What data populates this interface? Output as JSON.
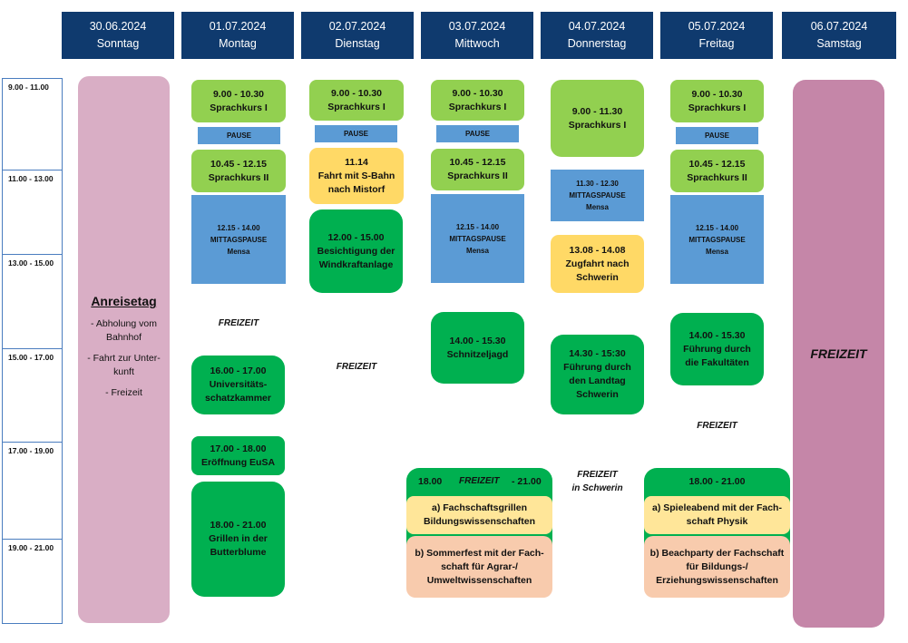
{
  "days": [
    {
      "date": "30.06.2024",
      "weekday": "Sonntag"
    },
    {
      "date": "01.07.2024",
      "weekday": "Montag"
    },
    {
      "date": "02.07.2024",
      "weekday": "Dienstag"
    },
    {
      "date": "03.07.2024",
      "weekday": "Mittwoch"
    },
    {
      "date": "04.07.2024",
      "weekday": "Donnerstag"
    },
    {
      "date": "05.07.2024",
      "weekday": "Freitag"
    },
    {
      "date": "06.07.2024",
      "weekday": "Samstag"
    }
  ],
  "time_slots": [
    "9.00 - 11.00",
    "11.00 - 13.00",
    "13.00 - 15.00",
    "15.00 - 17.00",
    "17.00 - 19.00",
    "19.00 - 21.00"
  ],
  "sunday": {
    "title": "Anreisetag",
    "items": [
      "- Abholung vom Bahnhof",
      "- Fahrt zur Unter-kunft",
      "- Freizeit"
    ]
  },
  "monday": {
    "b1": {
      "time": "9.00 - 10.30",
      "label": "Sprachkurs I"
    },
    "pause": "PAUSE",
    "b2": {
      "time": "10.45 - 12.15",
      "label": "Sprachkurs II"
    },
    "lunch": {
      "time": "12.15 - 14.00",
      "label": "MITTAGSPAUSE",
      "place": "Mensa"
    },
    "free": "FREIZEIT",
    "b3": {
      "time": "16.00 - 17.00",
      "label1": "Universitäts-",
      "label2": "schatzkammer"
    },
    "b4": {
      "time": "17.00 - 18.00",
      "label": "Eröffnung EuSA"
    },
    "b5": {
      "time": "18.00 - 21.00",
      "label1": "Grillen in der",
      "label2": "Butterblume"
    }
  },
  "tuesday": {
    "b1": {
      "time": "9.00 - 10.30",
      "label": "Sprachkurs I"
    },
    "pause": "PAUSE",
    "b2": {
      "time": "11.14",
      "label1": "Fahrt mit S-Bahn",
      "label2": "nach Mistorf"
    },
    "b3": {
      "time": "12.00 - 15.00",
      "label1": "Besichtigung der",
      "label2": "Windkraftanlage"
    },
    "free": "FREIZEIT"
  },
  "wednesday": {
    "b1": {
      "time": "9.00 - 10.30",
      "label": "Sprachkurs I"
    },
    "pause": "PAUSE",
    "b2": {
      "time": "10.45 - 12.15",
      "label": "Sprachkurs II"
    },
    "lunch": {
      "time": "12.15 - 14.00",
      "label": "MITTAGSPAUSE",
      "place": "Mensa"
    },
    "b3": {
      "time": "14.00 - 15.30",
      "label": "Schnitzeljagd"
    },
    "evening": {
      "start": "18.00",
      "free": "FREIZEIT",
      "end": "- 21.00"
    },
    "opt_a": {
      "line1": "a) Fachschaftsgrillen",
      "line2": "Bildungswissenschaften"
    },
    "opt_b": {
      "line1": "b) Sommerfest mit der Fach-",
      "line2": "schaft für Agrar-/",
      "line3": "Umweltwissenschaften"
    }
  },
  "thursday": {
    "b1": {
      "time": "9.00 - 11.30",
      "label": "Sprachkurs I"
    },
    "lunch": {
      "time": "11.30 - 12.30",
      "label": "MITTAGSPAUSE",
      "place": "Mensa"
    },
    "b2": {
      "time": "13.08 - 14.08",
      "label1": "Zugfahrt nach",
      "label2": "Schwerin"
    },
    "b3": {
      "time": "14.30 - 15:30",
      "label1": "Führung durch",
      "label2": "den Landtag",
      "label3": "Schwerin"
    },
    "free1": "FREIZEIT",
    "free2": "in Schwerin"
  },
  "friday": {
    "b1": {
      "time": "9.00 - 10.30",
      "label": "Sprachkurs I"
    },
    "pause": "PAUSE",
    "b2": {
      "time": "10.45 - 12.15",
      "label": "Sprachkurs II"
    },
    "lunch": {
      "time": "12.15 - 14.00",
      "label": "MITTAGSPAUSE",
      "place": "Mensa"
    },
    "b3": {
      "time": "14.00 - 15.30",
      "label1": "Führung durch",
      "label2": "die Fakultäten"
    },
    "free": "FREIZEIT",
    "evening": {
      "time": "18.00 - 21.00"
    },
    "opt_a": {
      "line1": "a) Spieleabend mit der Fach-",
      "line2": "schaft Physik"
    },
    "opt_b": {
      "line1": "b) Beachparty der Fachschaft",
      "line2": "für Bildungs-/",
      "line3": "Erziehungswissenschaften"
    }
  },
  "saturday": {
    "free": "FREIZEIT"
  }
}
